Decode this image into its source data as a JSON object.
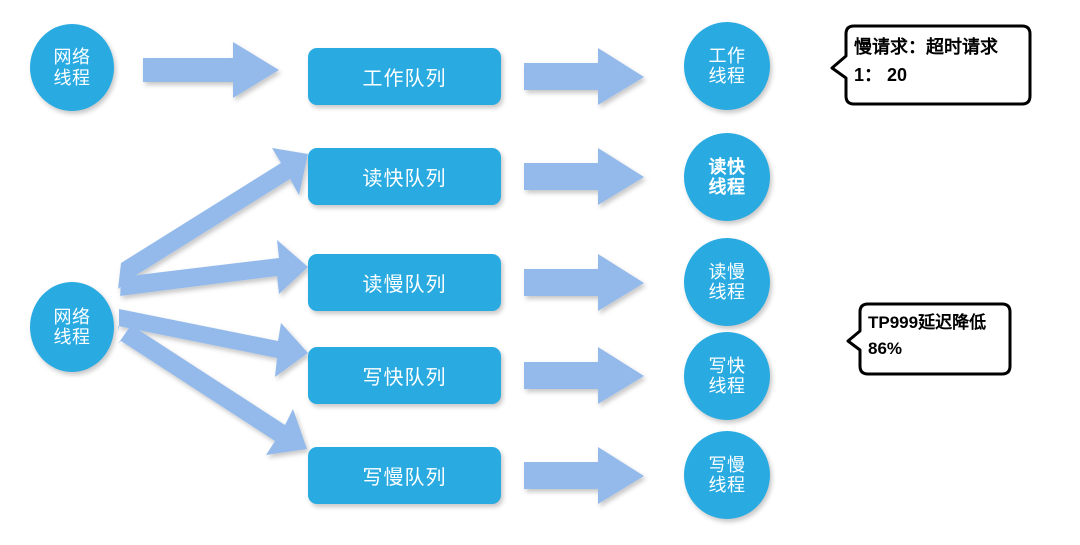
{
  "diagram": {
    "title": "thread-queue-dispatch-diagram",
    "colors": {
      "node_fill": "#29ABE2",
      "arrow_fill": "#94BAEB",
      "callout_border": "#000000",
      "callout_fill": "#FFFFFF",
      "node_text": "#FFFFFF",
      "background": "#FFFFFF"
    },
    "sources": [
      {
        "id": "net-thread-top",
        "line1": "网络",
        "line2": "线程"
      },
      {
        "id": "net-thread-bottom",
        "line1": "网络",
        "line2": "线程"
      }
    ],
    "rows": [
      {
        "id": "work",
        "queue_label": "工作队列",
        "thread_line1": "工作",
        "thread_line2": "线程",
        "thread_bold": false
      },
      {
        "id": "read-fast",
        "queue_label": "读快队列",
        "thread_line1": "读快",
        "thread_line2": "线程",
        "thread_bold": true
      },
      {
        "id": "read-slow",
        "queue_label": "读慢队列",
        "thread_line1": "读慢",
        "thread_line2": "线程",
        "thread_bold": false
      },
      {
        "id": "write-fast",
        "queue_label": "写快队列",
        "thread_line1": "写快",
        "thread_line2": "线程",
        "thread_bold": false
      },
      {
        "id": "write-slow",
        "queue_label": "写慢队列",
        "thread_line1": "写慢",
        "thread_line2": "线程",
        "thread_bold": false
      }
    ],
    "callouts": [
      {
        "id": "slow-request-ratio",
        "line1": "慢请求：超时请求",
        "line2": "1：20",
        "text": "慢请求：超时请求\n1： 20"
      },
      {
        "id": "tp999-latency",
        "line1": "TP999延迟降低",
        "line2": "86%",
        "text": "TP999延迟降低\n86%"
      }
    ]
  }
}
